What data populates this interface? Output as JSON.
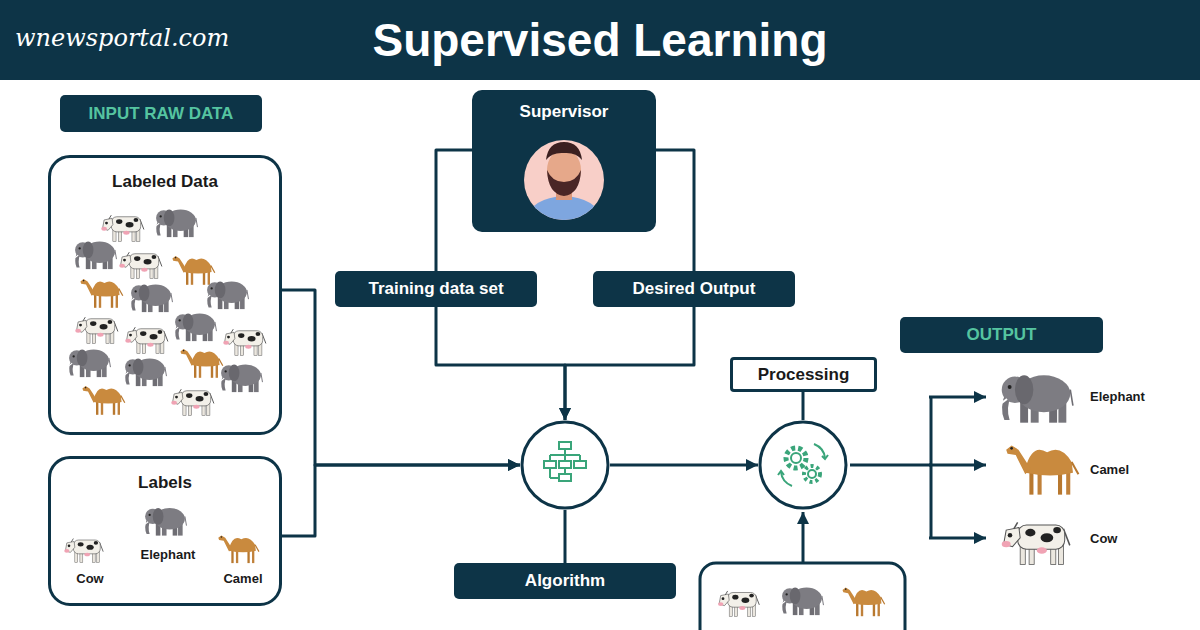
{
  "diagram": {
    "title": "Supervised Learning",
    "nodes": [
      {
        "text": [
          "INPUT RAW DATA"
        ]
      },
      {
        "text": [
          "Labeled Data"
        ]
      },
      {
        "text": [
          "Labels",
          "Elephant",
          "Cow",
          "Camel"
        ]
      },
      {
        "text": [
          "Supervisor"
        ]
      },
      {
        "text": [
          "Training data set"
        ]
      },
      {
        "text": [
          "Desired Output"
        ]
      },
      {
        "text": [
          "Algorithm"
        ]
      },
      {
        "text": [
          "Processing"
        ]
      },
      {
        "text": [
          "OUTPUT"
        ]
      }
    ],
    "edges": [
      {
        "from": 1,
        "to": 6,
        "arrow": "to"
      },
      {
        "from": 2,
        "to": 6,
        "arrow": "to"
      },
      {
        "from": 3,
        "to": 4,
        "arrow": "none"
      },
      {
        "from": 4,
        "to": 6,
        "arrow": "to"
      },
      {
        "from": 3,
        "to": 5,
        "arrow": "none"
      },
      {
        "from": 5,
        "to": 6,
        "arrow": "to"
      },
      {
        "from": 6,
        "to": 7,
        "arrow": "to"
      }
    ],
    "labels": [
      "wnewsportal.com",
      "Elephant",
      "Camel",
      "Cow"
    ]
  }
}
